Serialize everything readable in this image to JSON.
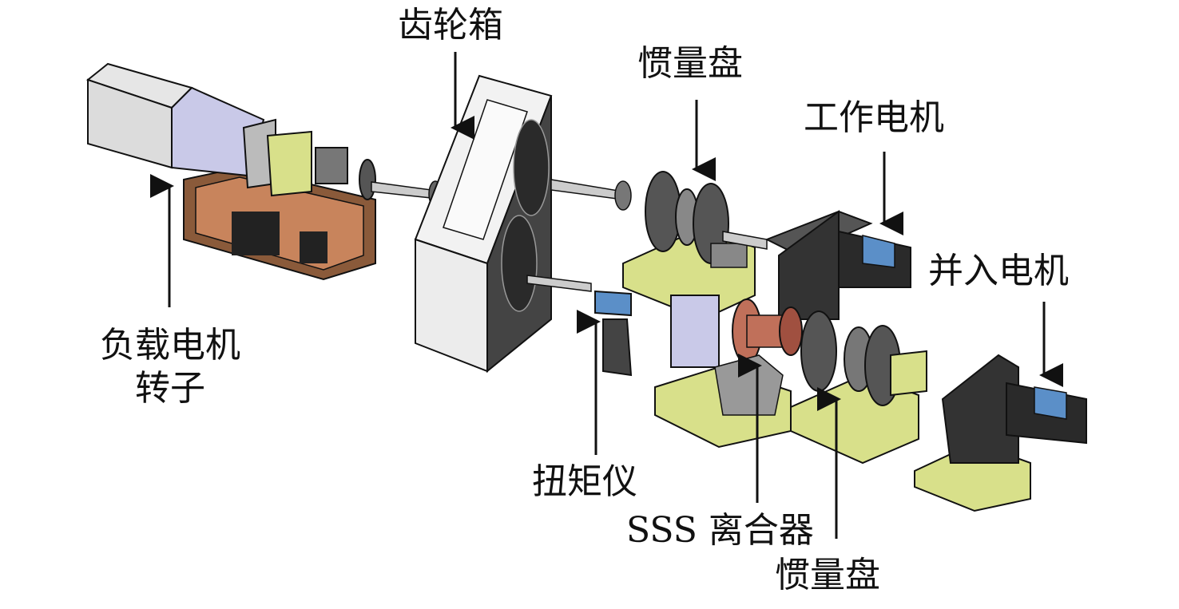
{
  "labels": {
    "gearbox": "齿轮箱",
    "inertia_disk_top": "惯量盘",
    "working_motor": "工作电机",
    "parallel_motor": "并入电机",
    "load_motor_line1": "负载电机",
    "load_motor_line2": "转子",
    "torque_meter": "扭矩仪",
    "sss_clutch": "SSS 离合器",
    "inertia_disk_bottom": "惯量盘"
  },
  "colors": {
    "base_yellow": "#d8e08a",
    "base_brown": "#c8845c",
    "housing_gray": "#8e8e8e",
    "motor_blue": "#5b8fc8",
    "clutch_red": "#c0705a",
    "line": "#111111"
  }
}
